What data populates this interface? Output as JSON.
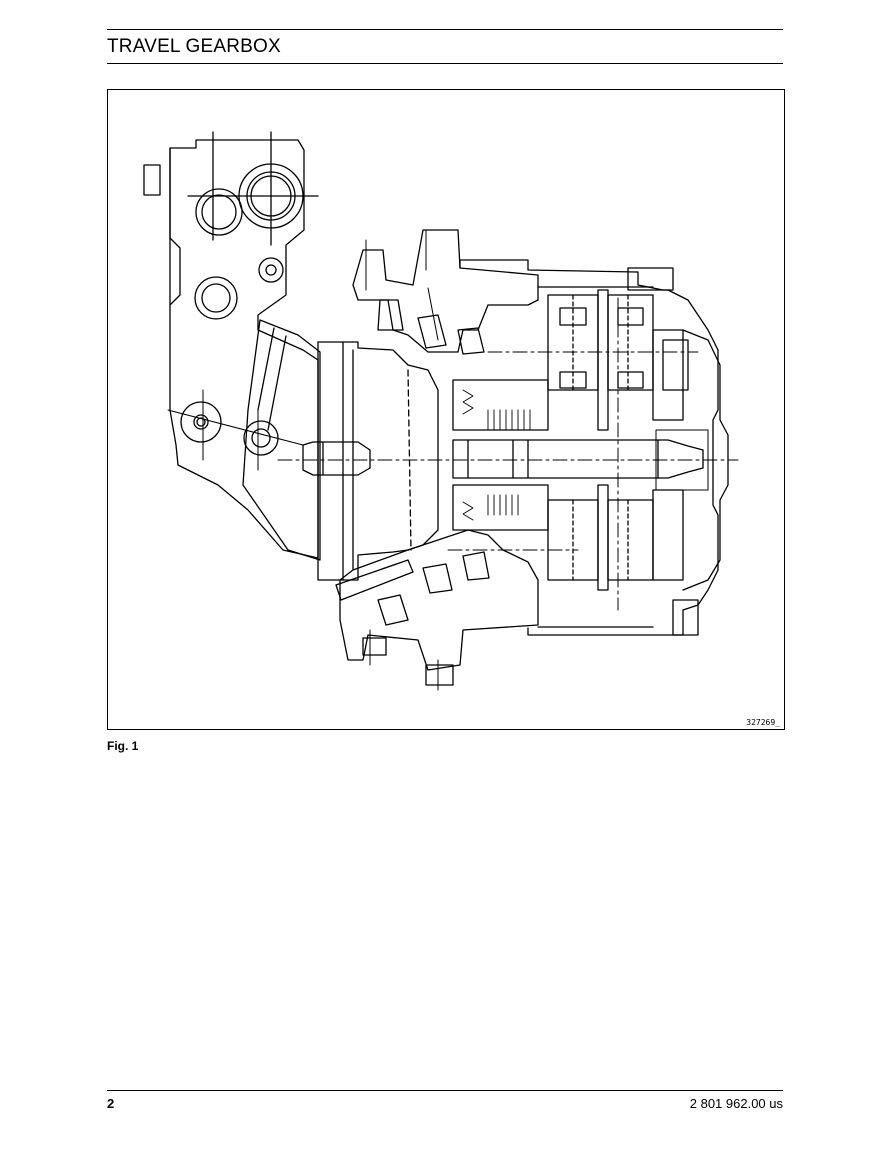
{
  "header": {
    "title": "TRAVEL GEARBOX"
  },
  "figure": {
    "drawing_number": "327269_",
    "caption": "Fig. 1"
  },
  "footer": {
    "page_number": "2",
    "document_number": "2 801 962.00 us"
  }
}
